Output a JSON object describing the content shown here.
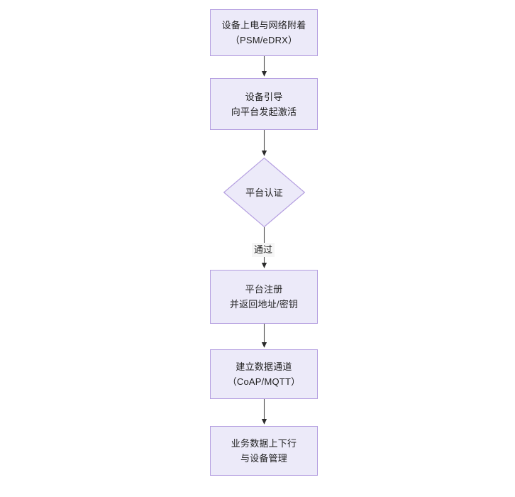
{
  "diagram": {
    "type": "flowchart",
    "orientation": "top-to-bottom",
    "background_color": "#ffffff",
    "node_fill_color": "#ECEAF9",
    "node_border_color": "#B49EE0",
    "connector_color": "#333333",
    "text_color": "#1f1f1f",
    "nodes": [
      {
        "id": "power-on",
        "shape": "rectangle",
        "line1": "设备上电与网络附着",
        "line2": "（PSM/eDRX）"
      },
      {
        "id": "bootstrap",
        "shape": "rectangle",
        "line1": "设备引导",
        "line2": "向平台发起激活"
      },
      {
        "id": "platform-auth",
        "shape": "diamond",
        "line1": "平台认证",
        "line2": ""
      },
      {
        "id": "platform-register",
        "shape": "rectangle",
        "line1": "平台注册",
        "line2": "并返回地址/密钥"
      },
      {
        "id": "data-channel",
        "shape": "rectangle",
        "line1": "建立数据通道",
        "line2": "（CoAP/MQTT）"
      },
      {
        "id": "business-data",
        "shape": "rectangle",
        "line1": "业务数据上下行",
        "line2": "与设备管理"
      }
    ],
    "edges": [
      {
        "id": "e1",
        "from": "power-on",
        "to": "bootstrap",
        "label": ""
      },
      {
        "id": "e2",
        "from": "bootstrap",
        "to": "platform-auth",
        "label": ""
      },
      {
        "id": "e3",
        "from": "platform-auth",
        "to": "platform-register",
        "label": "通过"
      },
      {
        "id": "e4",
        "from": "platform-register",
        "to": "data-channel",
        "label": ""
      },
      {
        "id": "e5",
        "from": "data-channel",
        "to": "business-data",
        "label": ""
      }
    ]
  }
}
